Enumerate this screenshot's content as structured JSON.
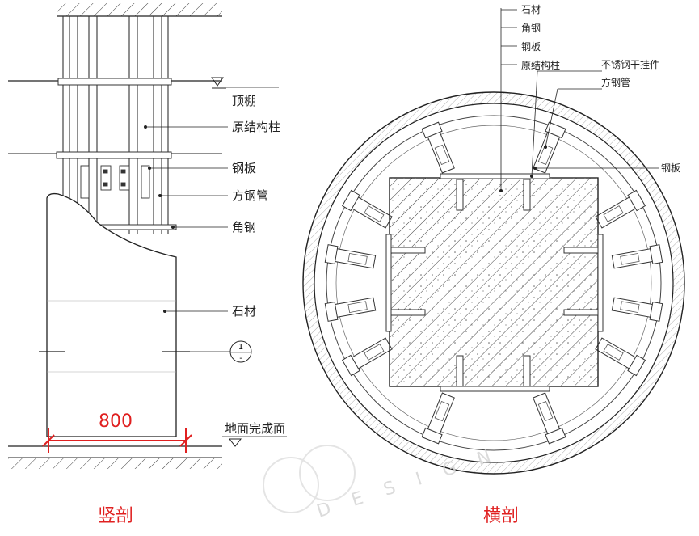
{
  "vertical_section": {
    "labels": {
      "ceiling": "顶棚",
      "original_column": "原结构柱",
      "steel_plate": "钢板",
      "square_tube": "方钢管",
      "angle_steel": "角钢",
      "stone": "石材",
      "floor_finish": "地面完成面"
    },
    "section_marker": {
      "top": "1",
      "bottom": "-"
    },
    "dimension": "800",
    "caption": "竖剖"
  },
  "horizontal_section": {
    "labels": {
      "stone": "石材",
      "angle_steel": "角钢",
      "steel_plate": "钢板",
      "original_column": "原结构柱",
      "stainless_hanger": "不锈钢干挂件",
      "square_tube": "方钢管",
      "steel_plate_right": "钢板"
    },
    "caption": "横剖"
  },
  "watermark": "DESIGN",
  "colors": {
    "line": "#222222",
    "accent": "#e02020",
    "watermark": "#d8d8d8"
  }
}
